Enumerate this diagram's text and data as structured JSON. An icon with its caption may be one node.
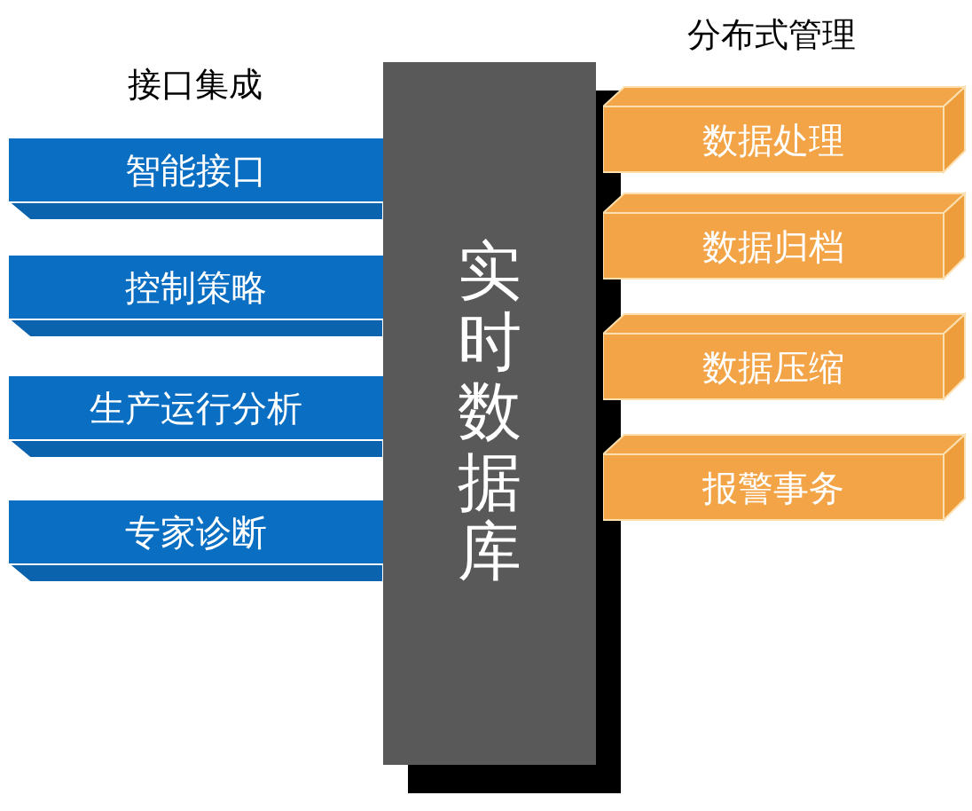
{
  "diagram": {
    "nodes": [
      {
        "text": [
          "实时数据库"
        ]
      },
      {
        "text": [
          "智能接口"
        ]
      },
      {
        "text": [
          "控制策略"
        ]
      },
      {
        "text": [
          "生产运行分析"
        ]
      },
      {
        "text": [
          "专家诊断"
        ]
      },
      {
        "text": [
          "数据处理"
        ]
      },
      {
        "text": [
          "数据归档"
        ]
      },
      {
        "text": [
          "数据压缩"
        ]
      },
      {
        "text": [
          "报警事务"
        ]
      }
    ],
    "edges": [],
    "labels": [
      "接口集成",
      "分布式管理"
    ]
  }
}
